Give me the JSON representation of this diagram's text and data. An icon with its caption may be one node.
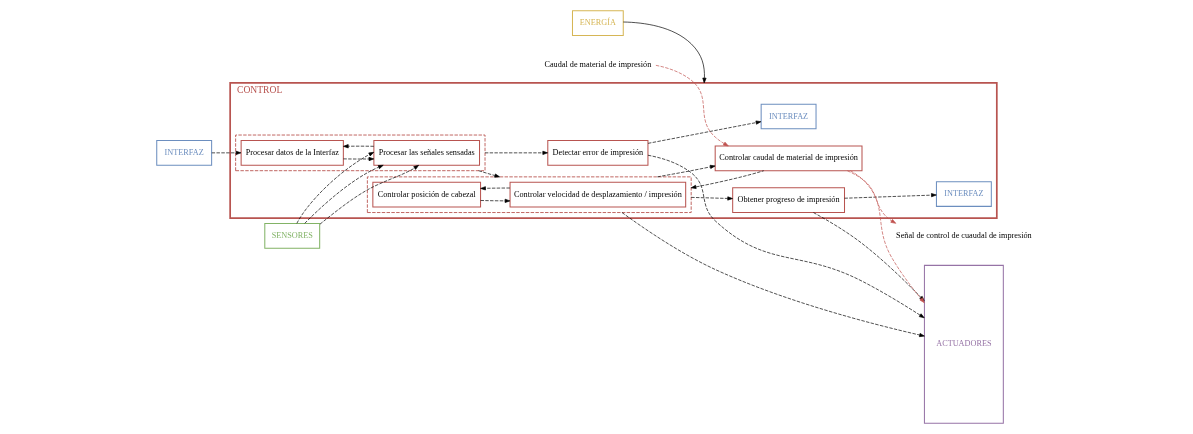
{
  "diagram": {
    "nodes": [
      {
        "text": [
          "CONTROL"
        ]
      },
      {
        "text": [
          "Detectar error de impresión"
        ],
        "in": 0
      },
      {
        "text": [
          "INTERFAZ"
        ],
        "in": 0
      },
      {
        "text": [
          "Obtener progreso de impresión"
        ],
        "in": 0
      },
      {
        "text": [
          "INTERFAZ"
        ],
        "in": 0
      },
      {
        "text": [],
        "shape": "box",
        "in": 0
      },
      {
        "text": [
          "Procesar datos de la Interfaz"
        ],
        "in": 5
      },
      {
        "text": [
          "Procesar las señales sensadas"
        ],
        "in": 5
      },
      {
        "text": [],
        "shape": "box",
        "in": 0
      },
      {
        "text": [
          "Controlar posición de cabezal"
        ],
        "in": 8
      },
      {
        "text": [
          "Controlar velocidad de desplazamiento / impresión"
        ],
        "in": 8
      },
      {
        "text": [
          "Controlar caudal de material de impresión"
        ],
        "in": 0
      },
      {
        "text": [
          "INTERFAZ"
        ]
      },
      {
        "text": [
          "SENSORES"
        ]
      },
      {
        "text": [
          "ENERGÍA"
        ]
      },
      {
        "text": [
          "ACTUADORES"
        ]
      },
      {
        "text": [
          "Caudal de material de impresión"
        ]
      },
      {
        "text": [
          "Señal de control de cuaudal de impresión"
        ]
      }
    ],
    "edges": [
      {
        "from": 12,
        "to": 6,
        "arrow": "to",
        "style": "dashed"
      },
      {
        "from": 13,
        "to": 7,
        "arrow": "to",
        "style": "dashed"
      },
      {
        "from": 13,
        "to": 7,
        "arrow": "to",
        "style": "dashed"
      },
      {
        "from": 13,
        "to": 7,
        "arrow": "to",
        "style": "dashed"
      },
      {
        "from": 6,
        "to": 7,
        "arrow": "to",
        "style": "dashed"
      },
      {
        "from": 7,
        "to": 6,
        "arrow": "to",
        "style": "dashed"
      },
      {
        "from": 5,
        "to": 1,
        "arrow": "to",
        "style": "dashed"
      },
      {
        "from": 1,
        "to": 2,
        "arrow": "to",
        "style": "dashed"
      },
      {
        "from": 1,
        "to": 15,
        "arrow": "to",
        "style": "dashed"
      },
      {
        "from": 5,
        "to": 8,
        "arrow": "to",
        "style": "dashed"
      },
      {
        "from": 8,
        "to": 3,
        "arrow": "to",
        "style": "dashed"
      },
      {
        "from": 3,
        "to": 4,
        "arrow": "to",
        "style": "dashed"
      },
      {
        "from": 3,
        "to": 15,
        "arrow": "to",
        "style": "dashed"
      },
      {
        "from": 10,
        "to": 9,
        "arrow": "to",
        "style": "dashed"
      },
      {
        "from": 9,
        "to": 10,
        "arrow": "to",
        "style": "dashed"
      },
      {
        "from": 8,
        "to": 15,
        "arrow": "to",
        "style": "dashed"
      },
      {
        "from": 11,
        "to": 8,
        "arrow": "to",
        "style": "dashed"
      },
      {
        "from": 8,
        "to": 11,
        "arrow": "to",
        "style": "dashed"
      },
      {
        "from": 14,
        "to": 0,
        "arrow": "to"
      },
      {
        "from": 16,
        "to": 11,
        "arrow": "to",
        "style": "dashed",
        "color": "#c0504d"
      },
      {
        "from": 11,
        "to": 15,
        "arrow": "to",
        "style": "dashed",
        "color": "#c0504d"
      },
      {
        "from": 11,
        "to": 17,
        "arrow": "to",
        "style": "dashed",
        "color": "#c0504d"
      }
    ]
  }
}
